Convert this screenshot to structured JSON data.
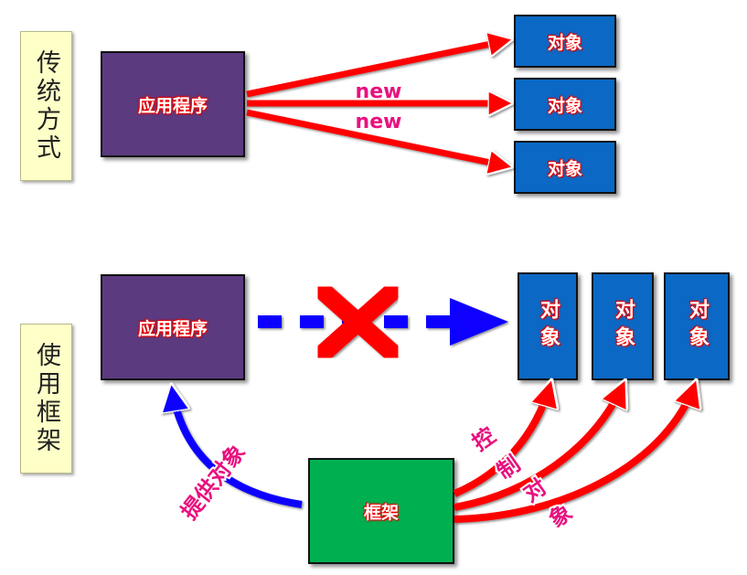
{
  "traditional": {
    "label": "传统方式",
    "app_label": "应用程序",
    "new_labels": [
      "new",
      "new"
    ],
    "objects": [
      "对象",
      "对象",
      "对象"
    ]
  },
  "framework_usage": {
    "label": "使用框架",
    "app_label": "应用程序",
    "objects": [
      "对象",
      "对象",
      "对象"
    ],
    "framework_label": "框架",
    "provide_label": "提供对象",
    "control_chars": [
      "控",
      "制",
      "对",
      "象"
    ]
  },
  "colors": {
    "app_box": "#5b3a80",
    "object_box": "#0b68c4",
    "framework_box": "#00b050",
    "red_arrow": "#ff0000",
    "blue_arrow": "#0a00ff",
    "pink_text": "#e8117f",
    "side_label_bg": "#ffffc8"
  }
}
